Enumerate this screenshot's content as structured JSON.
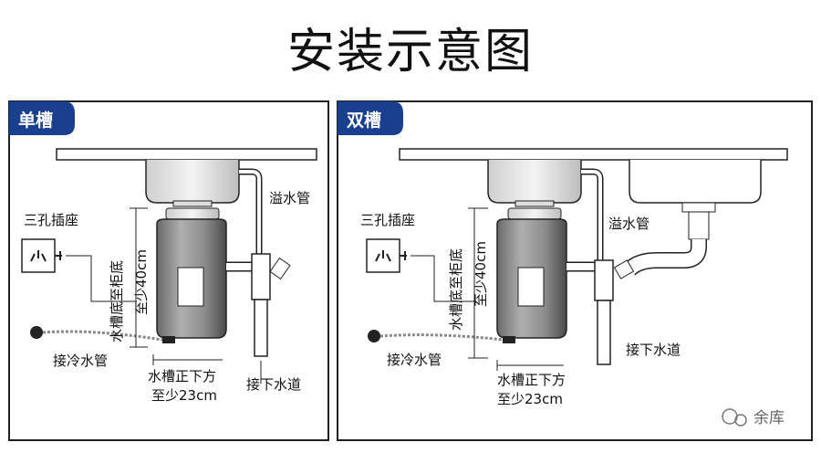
{
  "title": "安装示意图",
  "single": {
    "tag": "单槽",
    "socket_label": "三孔插座",
    "overflow_label": "溢水管",
    "cabinet_label_line1": "水槽底至柜底",
    "cabinet_label_line2": "至少40cm",
    "cold_pipe_label": "接冷水管",
    "below_label_line1": "水槽正下方",
    "below_label_line2": "至少23cm",
    "drain_label": "接下水道"
  },
  "double": {
    "tag": "双槽",
    "socket_label": "三孔插座",
    "overflow_label": "溢水管",
    "cabinet_label_line1": "水槽底至柜底",
    "cabinet_label_line2": "至少40cm",
    "cold_pipe_label": "接冷水管",
    "below_label_line1": "水槽正下方",
    "below_label_line2": "至少23cm",
    "drain_label": "接下水道"
  },
  "watermark": "余库",
  "colors": {
    "tag_bg": "#1b3f8f",
    "frame": "#222222"
  }
}
